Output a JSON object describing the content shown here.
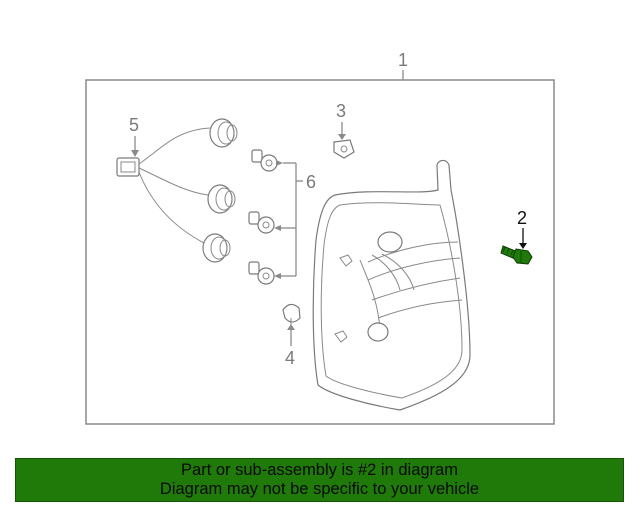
{
  "diagram": {
    "callouts": {
      "c1": "1",
      "c2": "2",
      "c3": "3",
      "c4": "4",
      "c5": "5",
      "c6": "6"
    },
    "highlight_color": "#1f7a0a"
  },
  "banner": {
    "line1": "Part or sub-assembly is #2 in diagram",
    "line2": "Diagram may not be specific to your vehicle",
    "background": "#1f7a0a"
  }
}
